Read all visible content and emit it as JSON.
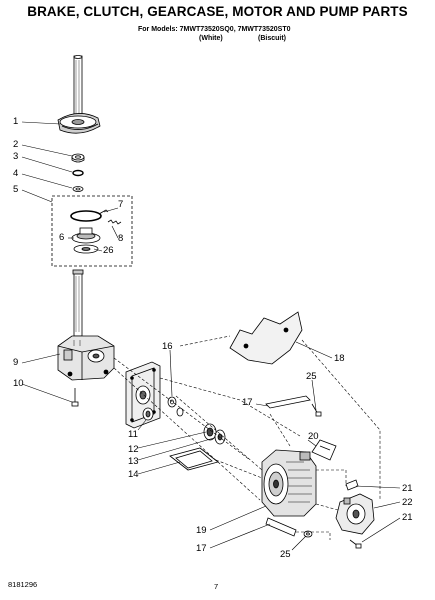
{
  "header": {
    "title": "BRAKE, CLUTCH, GEARCASE, MOTOR AND PUMP PARTS",
    "models_line": "For Models: 7MWT73520SQ0, 7MWT73520ST0",
    "variant_white": "(White)",
    "variant_biscuit": "(Biscuit)"
  },
  "callouts": [
    "1",
    "2",
    "3",
    "4",
    "5",
    "7",
    "6",
    "8",
    "26",
    "9",
    "10",
    "16",
    "18",
    "25",
    "17",
    "11",
    "20",
    "12",
    "13",
    "14",
    "19",
    "21",
    "22",
    "21",
    "17",
    "25"
  ],
  "footer": {
    "doc_number": "8181296",
    "page_number": "7"
  },
  "colors": {
    "ink": "#000000",
    "paper": "#ffffff",
    "shade": "#9a9a9a"
  }
}
